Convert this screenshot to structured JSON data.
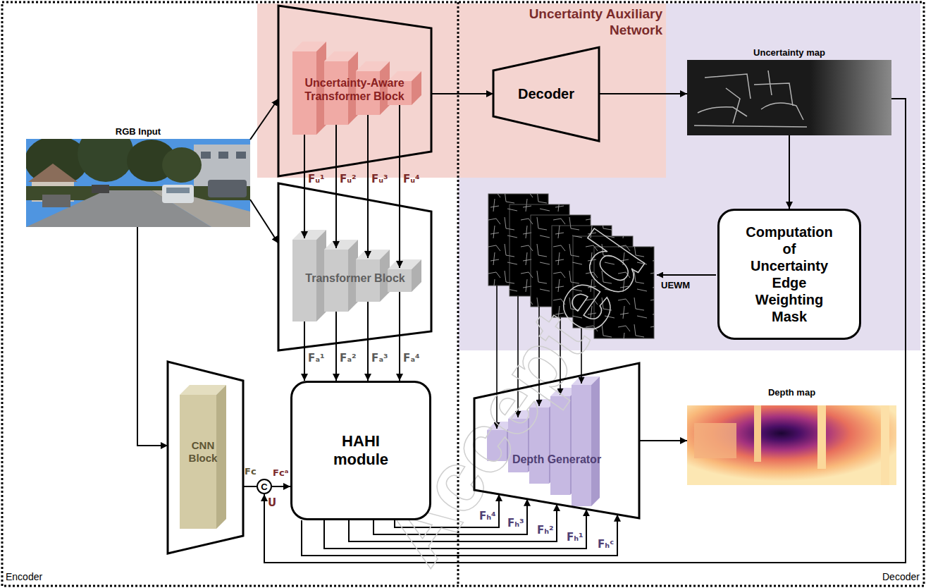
{
  "diagram": {
    "nodes": [
      {
        "text": [
          "Uncertainty Auxiliary Network"
        ]
      },
      {
        "text": [
          "Uncertainty-Aware Transformer Block"
        ],
        "in": 0
      },
      {
        "text": [
          "Decoder"
        ],
        "in": 0
      },
      {
        "text": [
          "Uncertainty map"
        ]
      },
      {
        "text": [
          "RGB Input"
        ]
      },
      {
        "text": [
          "Transformer Block"
        ]
      },
      {
        "text": [
          "Computation of Uncertainty Edge Weighting Mask"
        ]
      },
      {
        "text": [
          "CNN Block"
        ]
      },
      {
        "text": [
          "C"
        ]
      },
      {
        "text": [
          "HAHI module"
        ]
      },
      {
        "text": [
          "Depth Generator"
        ]
      },
      {
        "text": [
          "Depth map"
        ]
      }
    ],
    "edges": [
      {
        "from": 4,
        "to": 1,
        "arrow": "to"
      },
      {
        "from": 4,
        "to": 5,
        "arrow": "to"
      },
      {
        "from": 4,
        "to": 7,
        "arrow": "to"
      },
      {
        "from": 1,
        "to": 2,
        "arrow": "to"
      },
      {
        "from": 2,
        "to": 3,
        "arrow": "to"
      },
      {
        "from": 1,
        "to": 5,
        "label": "Fᵤ¹",
        "arrow": "to"
      },
      {
        "from": 1,
        "to": 5,
        "label": "Fᵤ²",
        "arrow": "to"
      },
      {
        "from": 1,
        "to": 5,
        "label": "Fᵤ³",
        "arrow": "to"
      },
      {
        "from": 1,
        "to": 5,
        "label": "Fᵤ⁴",
        "arrow": "to"
      },
      {
        "from": 5,
        "to": 9,
        "label": "Fₐ¹",
        "arrow": "to"
      },
      {
        "from": 5,
        "to": 9,
        "label": "Fₐ²",
        "arrow": "to"
      },
      {
        "from": 5,
        "to": 9,
        "label": "Fₐ³",
        "arrow": "to"
      },
      {
        "from": 5,
        "to": 9,
        "label": "Fₐ⁴",
        "arrow": "to"
      },
      {
        "from": 7,
        "to": 8,
        "label": "Fc",
        "arrow": "none"
      },
      {
        "from": 8,
        "to": 9,
        "label": "Fcᵃ",
        "arrow": "to"
      },
      {
        "from": 3,
        "to": 8,
        "label": "U",
        "arrow": "to"
      },
      {
        "from": 3,
        "to": 6,
        "arrow": "to"
      },
      {
        "from": 9,
        "to": 10,
        "label": "Fₕ⁴",
        "arrow": "to"
      },
      {
        "from": 9,
        "to": 10,
        "label": "Fₕ³",
        "arrow": "to"
      },
      {
        "from": 9,
        "to": 10,
        "label": "Fₕ²",
        "arrow": "to"
      },
      {
        "from": 9,
        "to": 10,
        "label": "Fₕ¹",
        "arrow": "to"
      },
      {
        "from": 9,
        "to": 10,
        "label": "Fₕᶜ",
        "arrow": "to"
      },
      {
        "from": 10,
        "to": 11,
        "arrow": "to"
      }
    ],
    "labels": [
      "Encoder",
      "Decoder",
      "UEWM",
      "Accepted"
    ]
  }
}
